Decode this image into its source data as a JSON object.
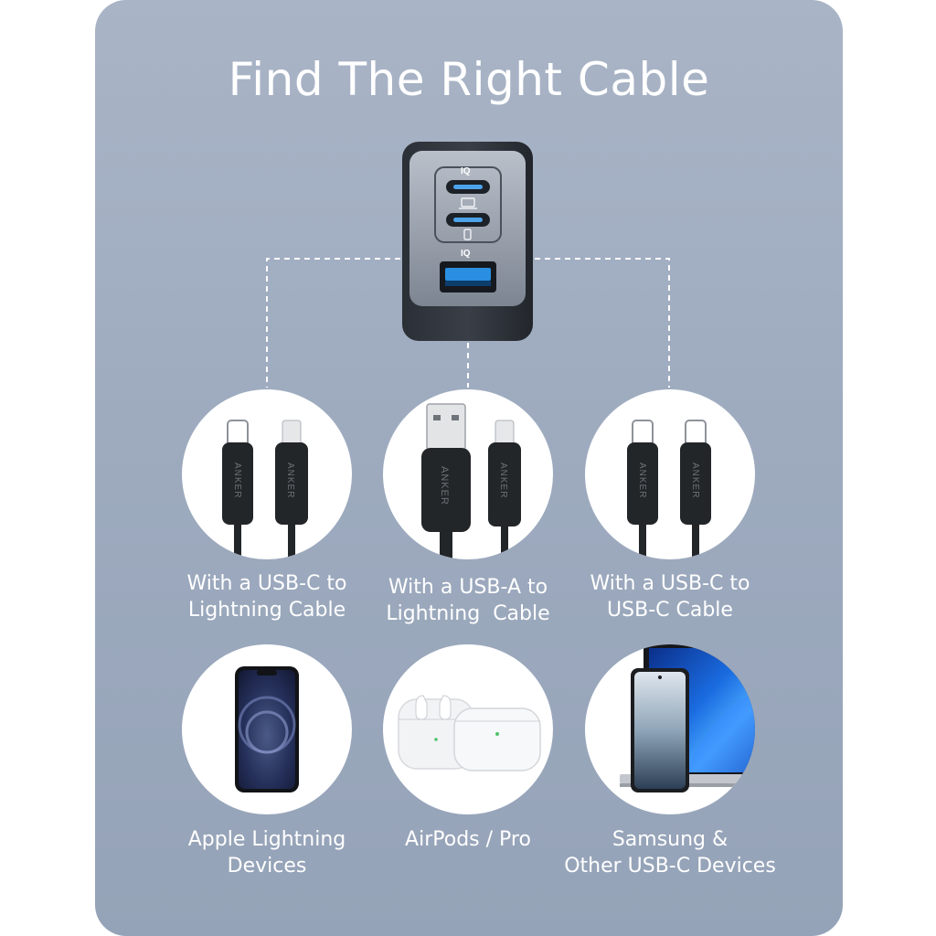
{
  "title": "Find The Right Cable",
  "charger": {
    "brand_marks": [
      "IQ",
      "IQ"
    ],
    "port_labels": [
      "laptop-icon",
      "phone-icon"
    ],
    "ports": [
      "USB-C",
      "USB-C",
      "USB-A"
    ]
  },
  "cables": [
    {
      "line1": "With a USB-C to",
      "line2": "Lightning Cable",
      "brand": "ANKER",
      "plugs": [
        "usb-c",
        "lightning"
      ]
    },
    {
      "line1": "With a USB-A to",
      "line2": "Lightning  Cable",
      "brand": "ANKER",
      "plugs": [
        "usb-a",
        "lightning"
      ]
    },
    {
      "line1": "With a USB-C to",
      "line2": "USB-C Cable",
      "brand": "ANKER",
      "plugs": [
        "usb-c",
        "usb-c"
      ]
    }
  ],
  "devices": [
    {
      "line1": "Apple Lightning",
      "line2": "Devices",
      "icon": "iphone-icon"
    },
    {
      "line1": "AirPods / Pro",
      "line2": "",
      "icon": "airpods-icon"
    },
    {
      "line1": "Samsung &",
      "line2": "Other USB-C Devices",
      "icon": "samsung-laptop-icon"
    }
  ],
  "colors": {
    "panel": "#a2aec1",
    "text": "#ffffff",
    "cable": "#232629",
    "charger_face": "#8e96a3",
    "usb_a_port": "#2a8fe0"
  }
}
